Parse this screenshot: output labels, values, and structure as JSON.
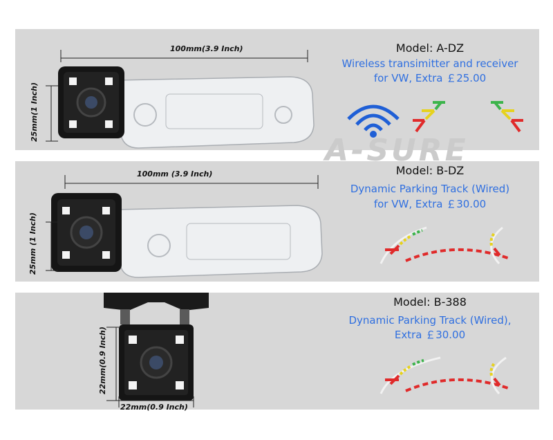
{
  "watermark": "A-SURE",
  "products": [
    {
      "model": "Model: A-DZ",
      "desc_line1": "Wireless transimitter and receiver",
      "desc_line2": "for VW, Extra ￡25.00",
      "length": "100mm(3.9 Inch)",
      "height": "25mm(1 Inch)",
      "icons": [
        "wifi-icon",
        "parking-guide-lines-icon"
      ]
    },
    {
      "model": "Model: B-DZ",
      "desc_line1": "Dynamic Parking Track (Wired)",
      "desc_line2": "for VW, Extra ￡30.00",
      "length": "100mm (3.9 Inch)",
      "height": "25mm (1 Inch)",
      "icons": [
        "dynamic-track-icon"
      ]
    },
    {
      "model": "Model: B-388",
      "desc_line1": "Dynamic Parking Track (Wired),",
      "desc_line2": "Extra ￡30.00",
      "width": "22mm(0.9 Inch)",
      "height": "22mm(0.9 Inch)",
      "icons": [
        "dynamic-track-icon"
      ]
    }
  ],
  "colors": {
    "panel": "#d7d7d7",
    "accent_blue": "#2f6fe0",
    "wifi_blue": "#1f5fd6",
    "red": "#e02a2a",
    "yellow": "#e6d21e",
    "green": "#3cb44b"
  }
}
